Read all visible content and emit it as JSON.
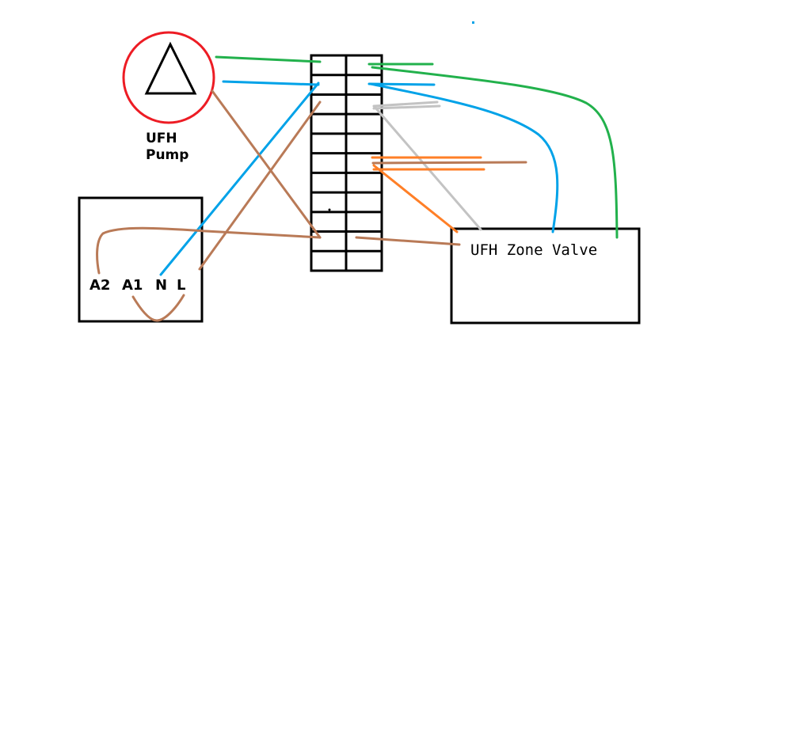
{
  "diagram": {
    "title": "UFH wiring sketch",
    "pump": {
      "label_line1": "UFH",
      "label_line2": "Pump",
      "icon": "pump-triangle-icon"
    },
    "controller": {
      "terminals": [
        "A2",
        "A1",
        "N",
        "L"
      ]
    },
    "zone_valve": {
      "label": "UFH Zone Valve"
    },
    "terminal_block": {
      "rows": 11,
      "columns": 2
    },
    "wire_colors": {
      "earth": "#22b14c",
      "neutral": "#00a2e8",
      "live": "#b97a57",
      "grey": "#c3c3c3",
      "orange": "#ff7f27",
      "pump_ring": "#ed1c24",
      "outline": "#000000"
    }
  }
}
